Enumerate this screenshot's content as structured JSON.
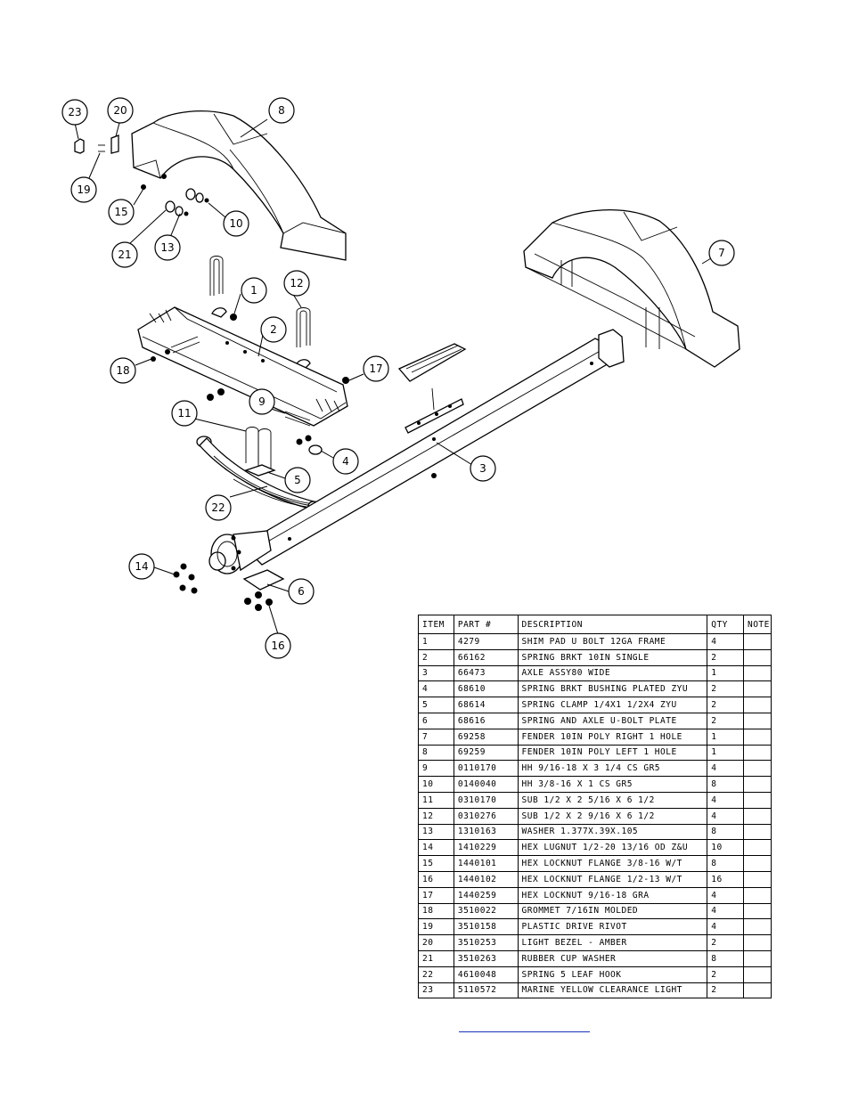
{
  "callouts": [
    "1",
    "2",
    "3",
    "4",
    "5",
    "6",
    "7",
    "8",
    "9",
    "10",
    "11",
    "12",
    "13",
    "14",
    "15",
    "16",
    "17",
    "18",
    "19",
    "20",
    "21",
    "22",
    "23"
  ],
  "bom": {
    "headers": {
      "item": "ITEM",
      "part": "PART #",
      "description": "DESCRIPTION",
      "qty": "QTY",
      "note": "NOTE"
    },
    "rows": [
      {
        "item": "1",
        "part": "4279",
        "description": "SHIM PAD   U BOLT 12GA FRAME",
        "qty": "4",
        "note": ""
      },
      {
        "item": "2",
        "part": "66162",
        "description": "SPRING BRKT  10IN SINGLE",
        "qty": "2",
        "note": ""
      },
      {
        "item": "3",
        "part": "66473",
        "description": "AXLE ASSY80 WIDE",
        "qty": "1",
        "note": ""
      },
      {
        "item": "4",
        "part": "68610",
        "description": "SPRING BRKT BUSHING PLATED ZYU",
        "qty": "2",
        "note": ""
      },
      {
        "item": "5",
        "part": "68614",
        "description": "SPRING CLAMP   1/4X1 1/2X4  ZYU",
        "qty": "2",
        "note": ""
      },
      {
        "item": "6",
        "part": "68616",
        "description": "SPRING AND AXLE U-BOLT PLATE",
        "qty": "2",
        "note": ""
      },
      {
        "item": "7",
        "part": "69258",
        "description": "FENDER  10IN POLY RIGHT 1 HOLE",
        "qty": "1",
        "note": ""
      },
      {
        "item": "8",
        "part": "69259",
        "description": "FENDER  10IN POLY LEFT 1 HOLE",
        "qty": "1",
        "note": ""
      },
      {
        "item": "9",
        "part": "0110170",
        "description": "HH 9/16-18 X 3 1/4 CS GR5",
        "qty": "4",
        "note": ""
      },
      {
        "item": "10",
        "part": "0140040",
        "description": "HH 3/8-16 X 1 CS GR5",
        "qty": "8",
        "note": ""
      },
      {
        "item": "11",
        "part": "0310170",
        "description": "SUB 1/2 X 2 5/16 X 6 1/2",
        "qty": "4",
        "note": ""
      },
      {
        "item": "12",
        "part": "0310276",
        "description": "SUB 1/2 X 2 9/16 X 6 1/2",
        "qty": "4",
        "note": ""
      },
      {
        "item": "13",
        "part": "1310163",
        "description": "WASHER 1.377X.39X.105",
        "qty": "8",
        "note": ""
      },
      {
        "item": "14",
        "part": "1410229",
        "description": "HEX LUGNUT 1/2-20 13/16 OD Z&U",
        "qty": "10",
        "note": ""
      },
      {
        "item": "15",
        "part": "1440101",
        "description": "HEX LOCKNUT FLANGE 3/8-16 W/T",
        "qty": "8",
        "note": ""
      },
      {
        "item": "16",
        "part": "1440102",
        "description": "HEX LOCKNUT FLANGE 1/2-13 W/T",
        "qty": "16",
        "note": ""
      },
      {
        "item": "17",
        "part": "1440259",
        "description": "HEX LOCKNUT 9/16-18 GRA",
        "qty": "4",
        "note": ""
      },
      {
        "item": "18",
        "part": "3510022",
        "description": "GROMMET  7/16IN MOLDED",
        "qty": "4",
        "note": ""
      },
      {
        "item": "19",
        "part": "3510158",
        "description": "PLASTIC DRIVE RIVOT",
        "qty": "4",
        "note": ""
      },
      {
        "item": "20",
        "part": "3510253",
        "description": "LIGHT BEZEL - AMBER",
        "qty": "2",
        "note": ""
      },
      {
        "item": "21",
        "part": "3510263",
        "description": "RUBBER CUP WASHER",
        "qty": "8",
        "note": ""
      },
      {
        "item": "22",
        "part": "4610048",
        "description": "SPRING  5 LEAF HOOK",
        "qty": "2",
        "note": ""
      },
      {
        "item": "23",
        "part": "5110572",
        "description": "MARINE YELLOW CLEARANCE LIGHT",
        "qty": "2",
        "note": ""
      }
    ]
  },
  "colors": {
    "line": "#000000",
    "link_underline": "#1a33b5"
  }
}
